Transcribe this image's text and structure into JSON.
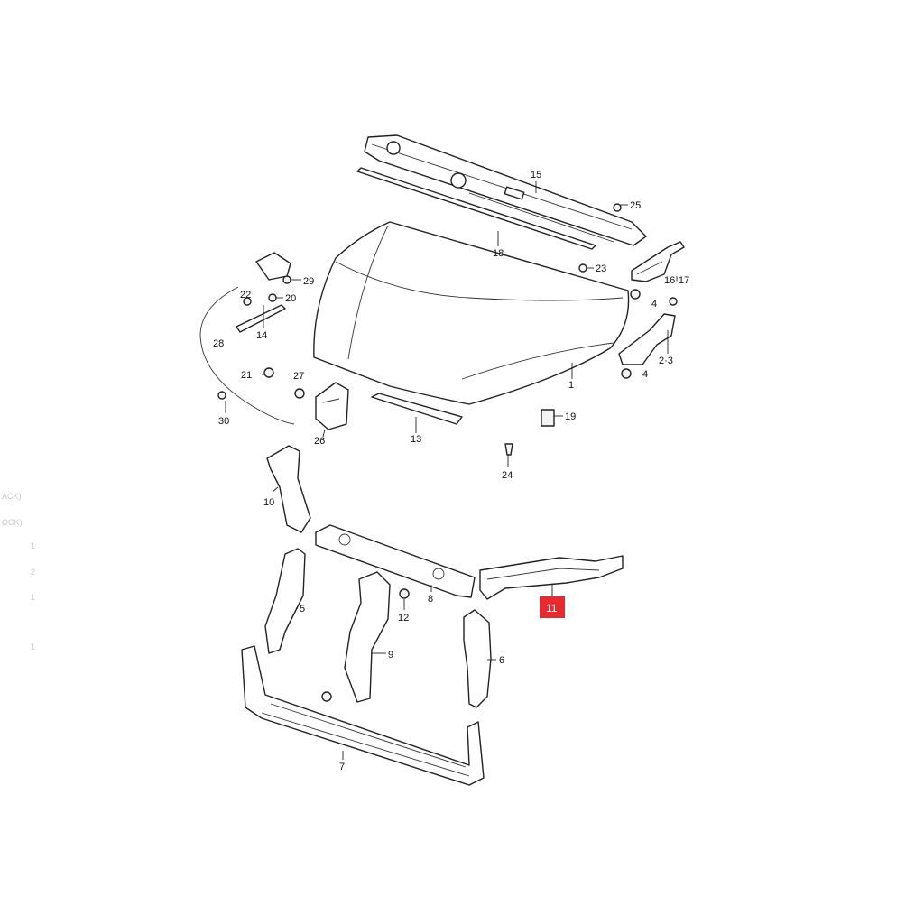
{
  "labels": {
    "p1": "1",
    "p2_3": "2·3",
    "p4a": "4",
    "p4b": "4",
    "p5": "5",
    "p6": "6",
    "p7": "7",
    "p8": "8",
    "p9": "9",
    "p10": "10",
    "p11": "11",
    "p12": "12",
    "p13": "13",
    "p14": "14",
    "p15": "15",
    "p16_17": "16·17",
    "p18": "18",
    "p19": "19",
    "p20": "20",
    "p21": "21",
    "p22": "22",
    "p23": "23",
    "p24": "24",
    "p25": "25",
    "p26": "26",
    "p27": "27",
    "p28": "28",
    "p29": "29",
    "p30": "30"
  },
  "margin_marks": [
    "ACK)",
    "OCK)",
    "1",
    "2",
    "1",
    "1"
  ],
  "highlight": {
    "part": "11",
    "color": "#e8292f"
  }
}
